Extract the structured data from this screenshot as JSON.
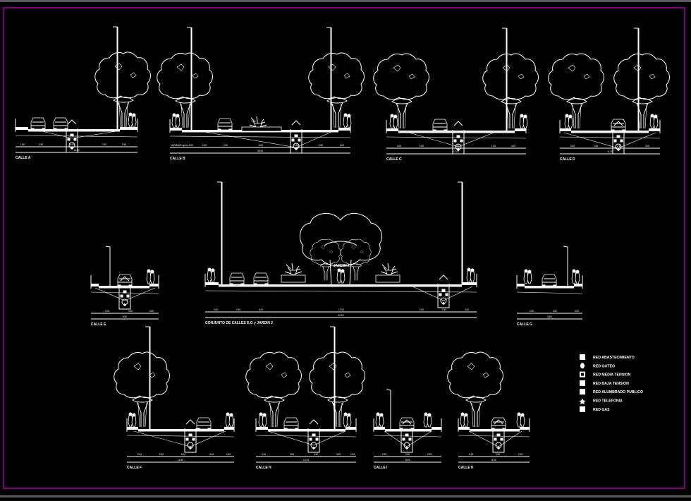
{
  "colors": {
    "background": "#000000",
    "drawing": "#ffffff",
    "frame": "#c000c0",
    "chrome": "#5a5a5a"
  },
  "sections": [
    {
      "id": "a",
      "label": "CALLE A",
      "dims": [
        "1.80",
        "2.50",
        "6.00",
        "2.50",
        "2.50"
      ],
      "total": "14.80"
    },
    {
      "id": "b",
      "label": "CALLE B",
      "dims": [
        "VARIABLE aprox 4.00",
        "2.50",
        "2.50",
        "6.00",
        "4.50",
        "2.50",
        "5.00"
      ],
      "total": "30.00"
    },
    {
      "id": "c",
      "label": "CALLE C",
      "dims": [
        "4.00",
        "2.50",
        "7.00",
        "1.50",
        "4.00"
      ],
      "total": "17.00"
    },
    {
      "id": "d",
      "label": "CALLE D",
      "dims": [
        "3.00",
        "2.50",
        "2.50",
        "3.00"
      ],
      "total": "11.00"
    },
    {
      "id": "e",
      "label": "CALLE E",
      "dims": [
        "2.00",
        "3.50",
        "3.00"
      ],
      "total": "8.50"
    },
    {
      "id": "efg",
      "label": "CONJUNTO DE CALLES E,G y JARDIN 2",
      "inner": "JARDIN 2",
      "dims": [
        "3.00",
        "2.50",
        "6.00",
        "17.00",
        "2.50",
        "2.50",
        "3.00"
      ],
      "total": "40.00"
    },
    {
      "id": "g",
      "label": "CALLE G",
      "dims": [
        "2.00",
        "3.50",
        "3.00"
      ],
      "total": "8.50"
    },
    {
      "id": "f",
      "label": "CALLE F",
      "dims": [
        "2.00",
        "2.50",
        "6.00",
        "4.00",
        "2.50"
      ],
      "total": "14.50"
    },
    {
      "id": "h",
      "label": "CALLE H",
      "dims": [
        "3.00",
        "2.50",
        "3.50",
        "3.50",
        "2.50"
      ],
      "total": "14.00"
    },
    {
      "id": "i",
      "label": "CALLE I",
      "dims": [
        "2.25",
        "3.50",
        "2.25"
      ],
      "total": "8.00"
    },
    {
      "id": "k",
      "label": "CALLE K",
      "dims": [
        "2.25",
        "3.50",
        "2.25"
      ],
      "total": "8.00"
    }
  ],
  "legend": [
    {
      "label": "RED ABASTECIMIENTO",
      "icon": "square-icon"
    },
    {
      "label": "RED GOTEO",
      "icon": "circle-icon"
    },
    {
      "label": "RED MEDIA TENSION",
      "icon": "square-hollow-icon"
    },
    {
      "label": "RED BAJA TENSION",
      "icon": "square-icon"
    },
    {
      "label": "RED ALUMBRADO PUBLICO",
      "icon": "square-icon"
    },
    {
      "label": "RED TELEFONIA",
      "icon": "star-icon"
    },
    {
      "label": "RED GAS",
      "icon": "square-icon"
    }
  ]
}
